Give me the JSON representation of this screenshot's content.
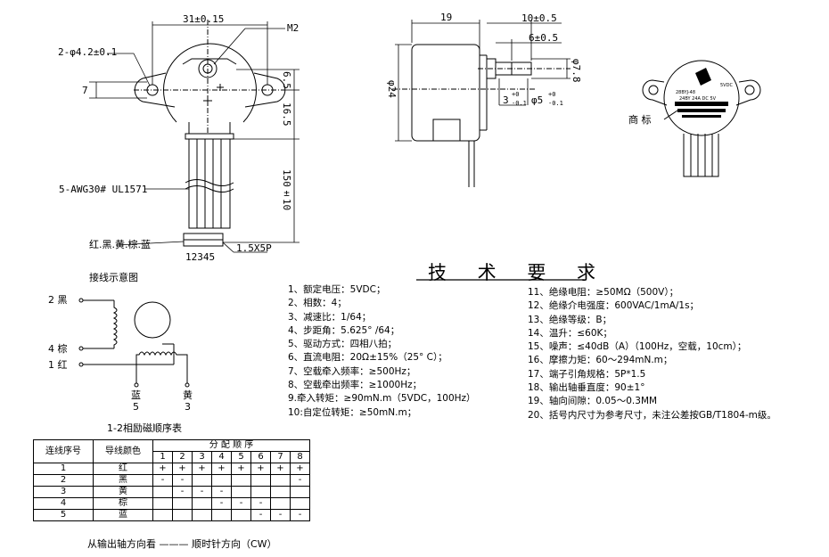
{
  "front_view": {
    "dim_width": "31±0.15",
    "dim_thread": "M2",
    "dim_holes": "2-φ4.2±0.1",
    "dim_ear": "7",
    "dim_top": "6.5",
    "dim_body": "16.5",
    "dim_lead": "150±10",
    "wire_spec": "5-AWG30# UL1571",
    "connector_colors": "红.黑.黄.棕.蓝",
    "connector_pins": "12345",
    "connector_type": "1.5X5P"
  },
  "side_view": {
    "dim_depth": "19",
    "dim_shaft": "10±0.5",
    "dim_flat": "6±0.5",
    "dim_diameter": "φ24",
    "dim_shaft_diam": "φ7.8",
    "dim_boss": "3",
    "dim_boss_tol": "-0.1",
    "dim_shaft5": "φ5",
    "dim_shaft5_tol_top": "+0",
    "dim_shaft5_tol_bot": "-0.1",
    "dim_boss_tol_top": "+0"
  },
  "label_view": {
    "callout": "商 标",
    "label_line1": "28BYJ-48",
    "label_line2": "5VDC",
    "label_line3": "24BY 24A  DC 5V"
  },
  "wiring": {
    "title": "接线示意图",
    "pin2": "2  黑",
    "pin4": "4  棕",
    "pin1": "1  红",
    "pin5_color": "蓝",
    "pin5_num": "5",
    "pin3_color": "黄",
    "pin3_num": "3"
  },
  "requirements": {
    "title": "技 术 要 求",
    "left": [
      "1、额定电压：5VDC；",
      "2、相数：4；",
      "3、减速比：1/64；",
      "4、步距角：5.625° /64；",
      "5、驱动方式：四相八拍；",
      "6、直流电阻：20Ω±15%（25° C）；",
      "7、空载牵入频率：≥500Hz；",
      "8、空载牵出频率：≥1000Hz；",
      "9.牵入转矩：≥90mN.m（5VDC，100Hz）",
      "10:自定位转矩：≥50mN.m；"
    ],
    "right": [
      "11、绝缘电阻：≥50MΩ（500V）；",
      "12、绝缘介电强度：600VAC/1mA/1s；",
      "13、绝缘等级：B；",
      "14、温升：≤60K；",
      "15、噪声：≤40dB（A）（100Hz，空载，10cm）；",
      "16、摩擦力矩：60～294mN.m；",
      "17、端子引角规格：5P*1.5",
      "18、输出轴垂直度：90±1°",
      "19、轴向间隙：0.05～0.3MM",
      "20、括号内尺寸为参考尺寸，未注公差按GB/T1804-m级。"
    ]
  },
  "sequence_table": {
    "caption": "1-2相励磁顺序表",
    "col_pin": "连线序号",
    "col_color": "导线颜色",
    "col_group": "分 配 顺 序",
    "steps": [
      "1",
      "2",
      "3",
      "4",
      "5",
      "6",
      "7",
      "8"
    ],
    "rows": [
      {
        "pin": "1",
        "color": "红",
        "cells": [
          "+",
          "+",
          "+",
          "+",
          "+",
          "+",
          "+",
          "+"
        ]
      },
      {
        "pin": "2",
        "color": "黑",
        "cells": [
          "-",
          "-",
          "",
          "",
          "",
          "",
          "",
          "-"
        ]
      },
      {
        "pin": "3",
        "color": "黄",
        "cells": [
          "",
          "-",
          "-",
          "-",
          "",
          "",
          "",
          ""
        ]
      },
      {
        "pin": "4",
        "color": "棕",
        "cells": [
          "",
          "",
          "",
          "-",
          "-",
          "-",
          "",
          ""
        ]
      },
      {
        "pin": "5",
        "color": "蓝",
        "cells": [
          "",
          "",
          "",
          "",
          "",
          "-",
          "-",
          "-"
        ]
      }
    ],
    "footer": "从输出轴方向看 ——— 顺时针方向（CW）"
  }
}
